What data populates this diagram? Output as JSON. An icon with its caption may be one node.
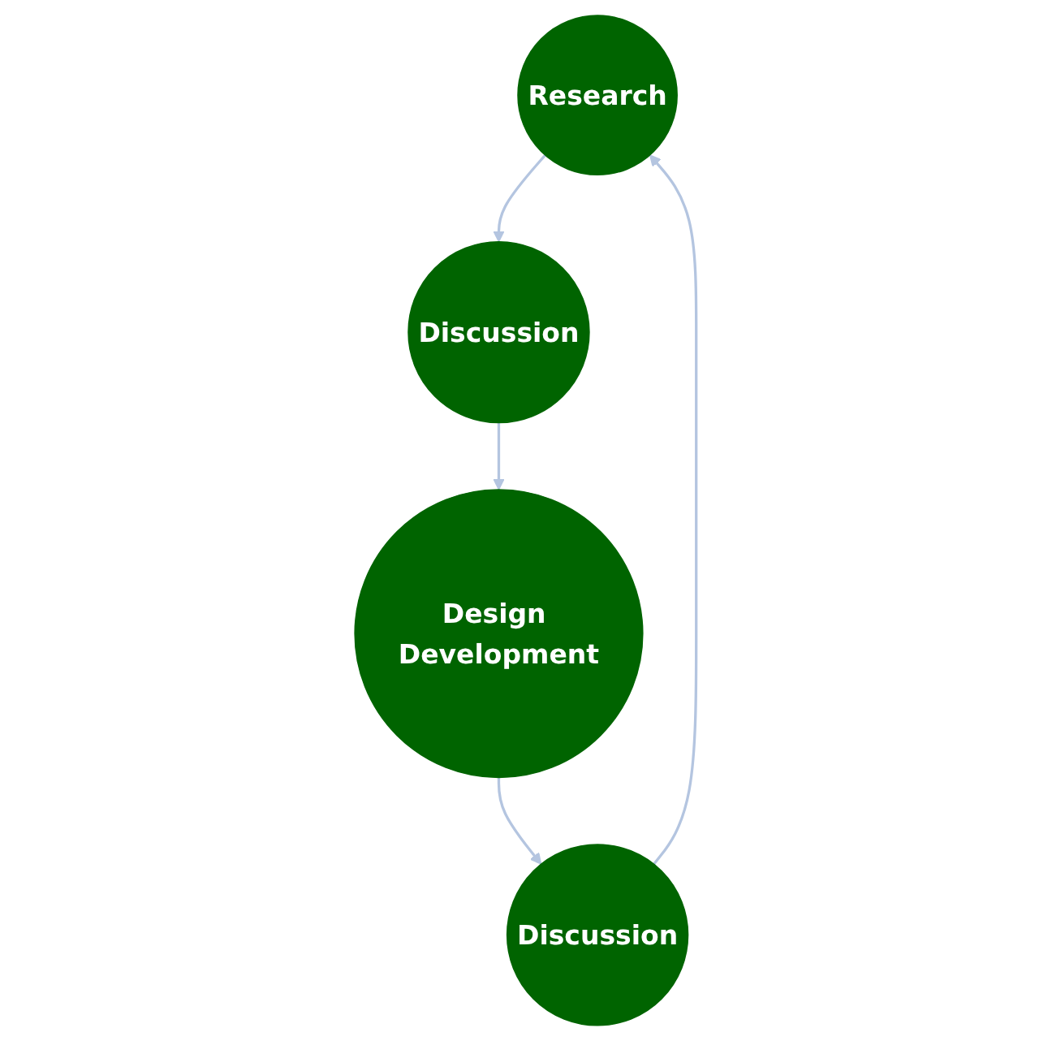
{
  "diagram": {
    "nodes": [
      {
        "text": [
          "Research"
        ]
      },
      {
        "text": [
          "Discussion"
        ]
      },
      {
        "text": [
          "Discussion"
        ]
      },
      {
        "text": [
          "Design Development"
        ]
      }
    ],
    "edges": [
      {
        "from": 0,
        "to": 2,
        "arrow": "to"
      },
      {
        "from": 2,
        "to": 3,
        "arrow": "to"
      },
      {
        "from": 3,
        "to": 1,
        "arrow": "to"
      },
      {
        "from": 1,
        "to": 0,
        "arrow": "to"
      }
    ]
  }
}
